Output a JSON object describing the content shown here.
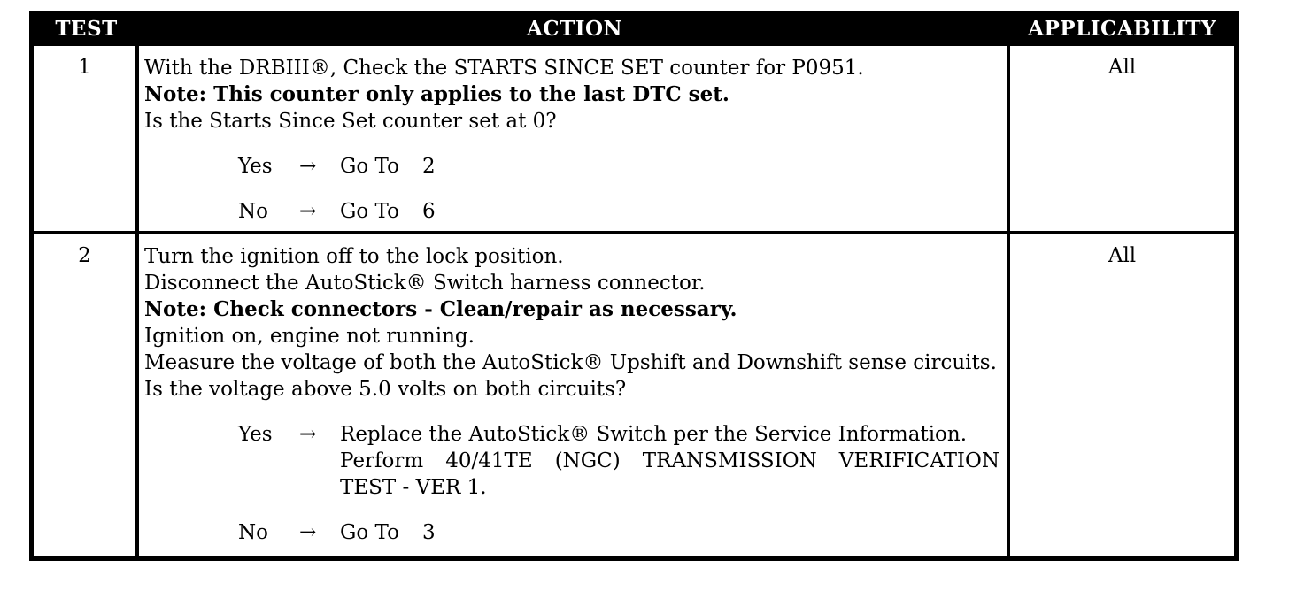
{
  "colors": {
    "border": "#000000",
    "header_bg": "#000000",
    "header_text": "#ffffff",
    "body_text": "#000000",
    "background": "#ffffff"
  },
  "header": {
    "test": "TEST",
    "action": "ACTION",
    "applicability": "APPLICABILITY"
  },
  "rows": [
    {
      "test": "1",
      "applicability": "All",
      "action_lines": [
        "With the DRBIII®, Check the STARTS SINCE SET counter for P0951.",
        "Note: This counter only applies to the last DTC set.",
        "Is the Starts Since Set counter set at 0?"
      ],
      "results": [
        {
          "answer": "Yes",
          "arrow": "→",
          "goto": "Go To",
          "target": "2"
        },
        {
          "answer": "No",
          "arrow": "→",
          "goto": "Go To",
          "target": "6"
        }
      ]
    },
    {
      "test": "2",
      "applicability": "All",
      "action_lines": [
        "Turn the ignition off to the lock position.",
        "Disconnect the AutoStick® Switch harness connector.",
        "Note: Check connectors - Clean/repair as necessary.",
        "Ignition on, engine not running.",
        "Measure the voltage of both the AutoStick® Upshift and Downshift sense circuits.",
        "Is the voltage above 5.0 volts on both circuits?"
      ],
      "results": [
        {
          "answer": "Yes",
          "arrow": "→",
          "action_lines": [
            "Replace the AutoStick® Switch per the Service Information.",
            "Perform 40/41TE (NGC) TRANSMISSION VERIFICATION",
            "TEST - VER 1."
          ]
        },
        {
          "answer": "No",
          "arrow": "→",
          "goto": "Go To",
          "target": "3"
        }
      ]
    }
  ]
}
